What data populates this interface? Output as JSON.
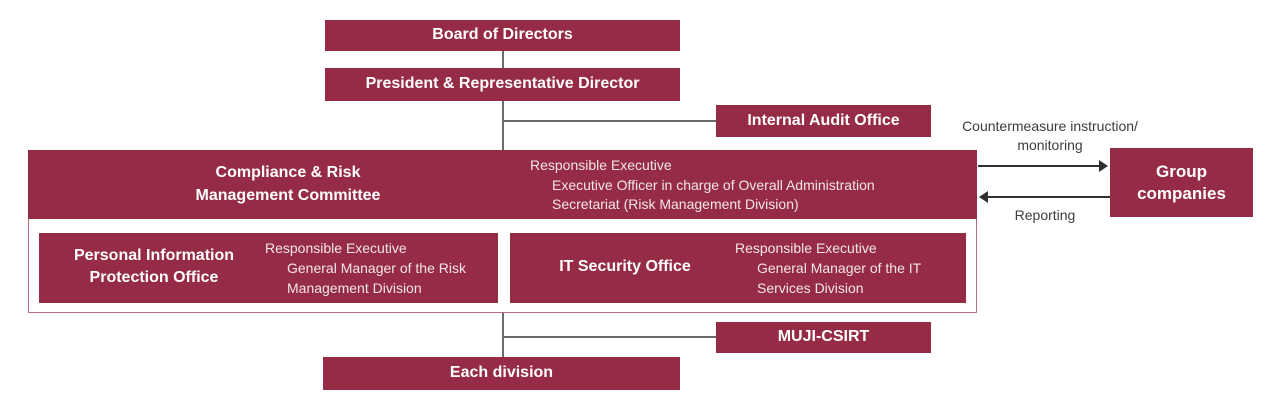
{
  "diagram": {
    "boxes": {
      "board": "Board of Directors",
      "president": "President & Representative Director",
      "internal_audit": "Internal Audit Office",
      "committee_title_line1": "Compliance & Risk",
      "committee_title_line2": "Management Committee",
      "committee_exec_line1": "Responsible Executive",
      "committee_exec_line2": "Executive Officer in charge of Overall Administration",
      "committee_exec_line3": "Secretariat (Risk Management Division)",
      "pipo_title_line1": "Personal Information",
      "pipo_title_line2": "Protection Office",
      "pipo_exec_line1": "Responsible Executive",
      "pipo_exec_line2": "General Manager of the Risk",
      "pipo_exec_line3": "Management Division",
      "itso_title": "IT Security Office",
      "itso_exec_line1": "Responsible Executive",
      "itso_exec_line2": "General Manager of the IT",
      "itso_exec_line3": "Services Division",
      "muji_csirt": "MUJI-CSIRT",
      "each_division": "Each division",
      "group_line1": "Group",
      "group_line2": "companies"
    },
    "arrows": {
      "to_group_line1": "Countermeasure instruction/",
      "to_group_line2": "monitoring",
      "from_group": "Reporting"
    },
    "colors": {
      "box_fill": "#962b45",
      "container_border": "#bb6c81",
      "connector_line": "#6b6b6b",
      "arrow": "#2f2f2f",
      "flow_label_text": "#3c3c3c"
    }
  }
}
